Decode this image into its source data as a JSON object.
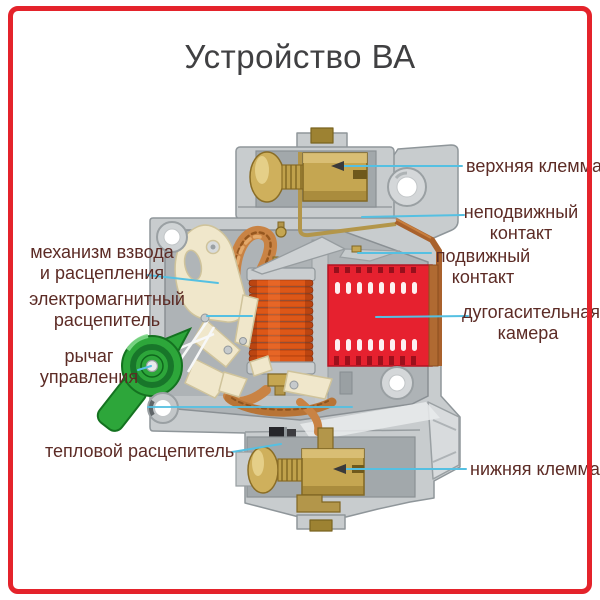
{
  "title": "Устройство ВА",
  "frame": {
    "border_color": "#e4232b",
    "background": "#ffffff"
  },
  "colors": {
    "leader_line": "#55c0e2",
    "arrowhead": "#3a3a3a",
    "label_text": "#5c2b25",
    "title_text": "#404042",
    "body_gray": "#c8ccce",
    "interior_gray": "#aeb3b6",
    "brass": "#c5a651",
    "copper_braid": "#c98344",
    "coil_orange": "#dd5717",
    "arc_chamber_red": "#e6212f",
    "mechanism_cream": "#f0e7cb",
    "lever_green": "#2da63a"
  },
  "labels": [
    {
      "id": "mechanism",
      "lines": [
        "механизм взвода",
        "и расцепления"
      ]
    },
    {
      "id": "em-release",
      "lines": [
        "электромагнитный",
        "расцепитель"
      ]
    },
    {
      "id": "control-lever",
      "lines": [
        "рычаг",
        "управления"
      ]
    },
    {
      "id": "thermal-release",
      "lines": [
        "тепловой расцепитель"
      ]
    },
    {
      "id": "upper-terminal",
      "lines": [
        "верхняя клемма"
      ]
    },
    {
      "id": "fixed-contact",
      "lines": [
        "неподвижный",
        "контакт"
      ]
    },
    {
      "id": "moving-contact",
      "lines": [
        "подвижный",
        "контакт"
      ]
    },
    {
      "id": "arc-chamber",
      "lines": [
        "дугогасительная",
        "камера"
      ]
    },
    {
      "id": "lower-terminal",
      "lines": [
        "нижняя клемма"
      ]
    }
  ],
  "diagram": {
    "subject": "circuit-breaker-cutaway",
    "parts": [
      "upper-terminal",
      "fixed-contact",
      "moving-contact",
      "arc-chamber",
      "lower-terminal",
      "trip-mechanism",
      "electromagnetic-release",
      "control-lever",
      "thermal-release"
    ]
  }
}
